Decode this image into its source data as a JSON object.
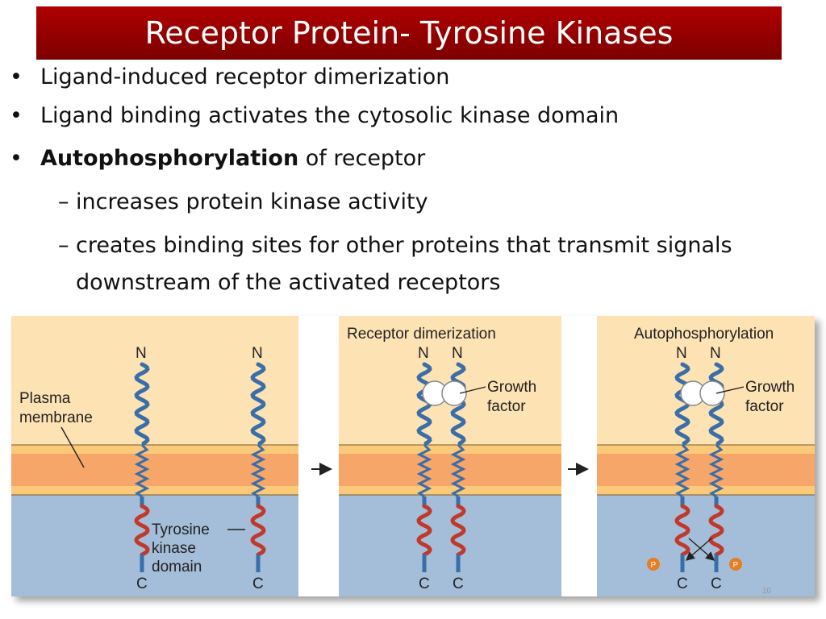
{
  "slide": {
    "title": "Receptor Protein- Tyrosine Kinases",
    "bullets": [
      {
        "marker": "•",
        "text": "Ligand-induced receptor dimerization"
      },
      {
        "marker": "•",
        "text": "Ligand binding activates the cytosolic kinase domain"
      },
      {
        "marker": "•",
        "bold": "Autophosphorylation",
        "text": " of receptor"
      },
      {
        "marker": "–",
        "text": "increases protein kinase activity"
      },
      {
        "marker": "–",
        "text": "creates binding sites for other proteins that transmit signals"
      },
      {
        "marker": "",
        "text": "downstream of the activated receptors"
      }
    ],
    "page_number": "10"
  },
  "figure": {
    "panel2_title": "Receptor dimerization",
    "panel3_title": "Autophosphorylation",
    "n_label": "N",
    "c_label": "C",
    "plasma_membrane": [
      "Plasma",
      "membrane"
    ],
    "tyrosine_kinase": [
      "Tyrosine",
      "kinase",
      "domain"
    ],
    "growth_factor": [
      "Growth",
      "factor"
    ],
    "phospho_label": "P",
    "colors": {
      "extracellular": "#fde2b4",
      "membrane_outer": "#fbc97a",
      "membrane_core": "#f7a66a",
      "cytosol": "#a4bdd8",
      "receptor": "#3a6ea8",
      "kinase": "#c0392b",
      "phospho": "#e67e22",
      "title_bar": "#9b0000"
    }
  }
}
